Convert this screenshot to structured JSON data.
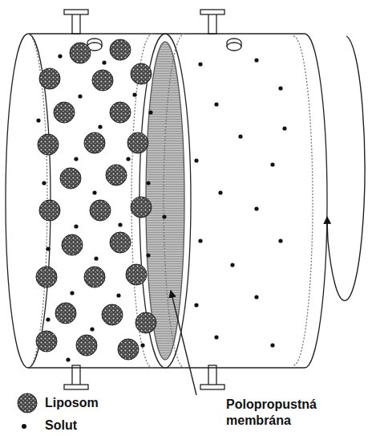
{
  "diagram": {
    "labels": [
      "Polopropustná membrána"
    ],
    "legend": [
      {
        "text": "Liposom"
      },
      {
        "text": "Solut"
      }
    ]
  }
}
